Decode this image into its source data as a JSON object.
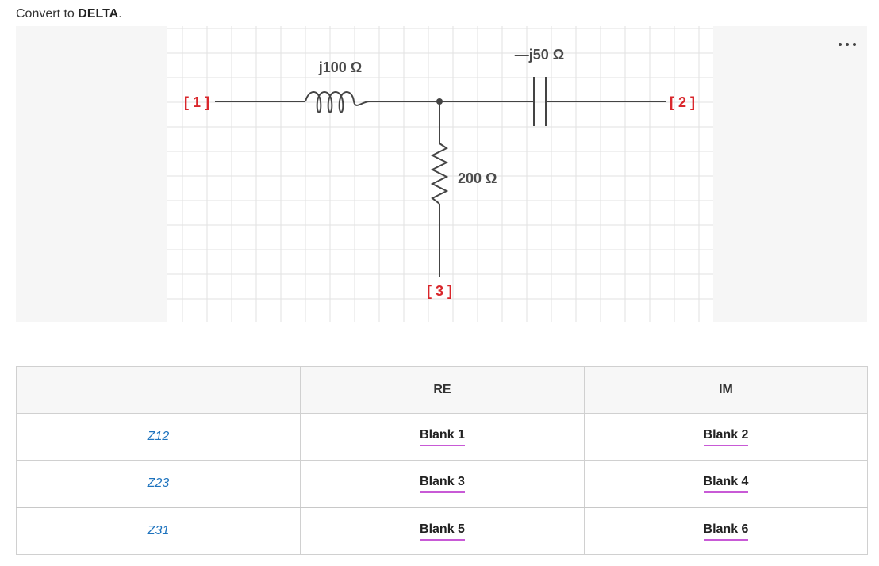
{
  "prompt": {
    "prefix": "Convert to ",
    "emphasis": "DELTA",
    "suffix": "."
  },
  "circuit": {
    "inductor_label": "j100 Ω",
    "capacitor_label": "—j50 Ω",
    "resistor_label": "200 Ω",
    "node1_label": "[ 1 ]",
    "node2_label": "[ 2 ]",
    "node3_label": "[ 3 ]",
    "terminal_color": "#d9262b",
    "wire_color": "#444444",
    "grid_color": "#e2e2e2"
  },
  "table": {
    "headers": [
      "",
      "RE",
      "IM"
    ],
    "rows": [
      {
        "label": "Z12",
        "re": "Blank 1",
        "im": "Blank 2"
      },
      {
        "label": "Z23",
        "re": "Blank 3",
        "im": "Blank 4"
      },
      {
        "label": "Z31",
        "re": "Blank 5",
        "im": "Blank 6"
      }
    ],
    "label_color": "#1e73be",
    "blank_underline_color": "#c85ad6"
  }
}
